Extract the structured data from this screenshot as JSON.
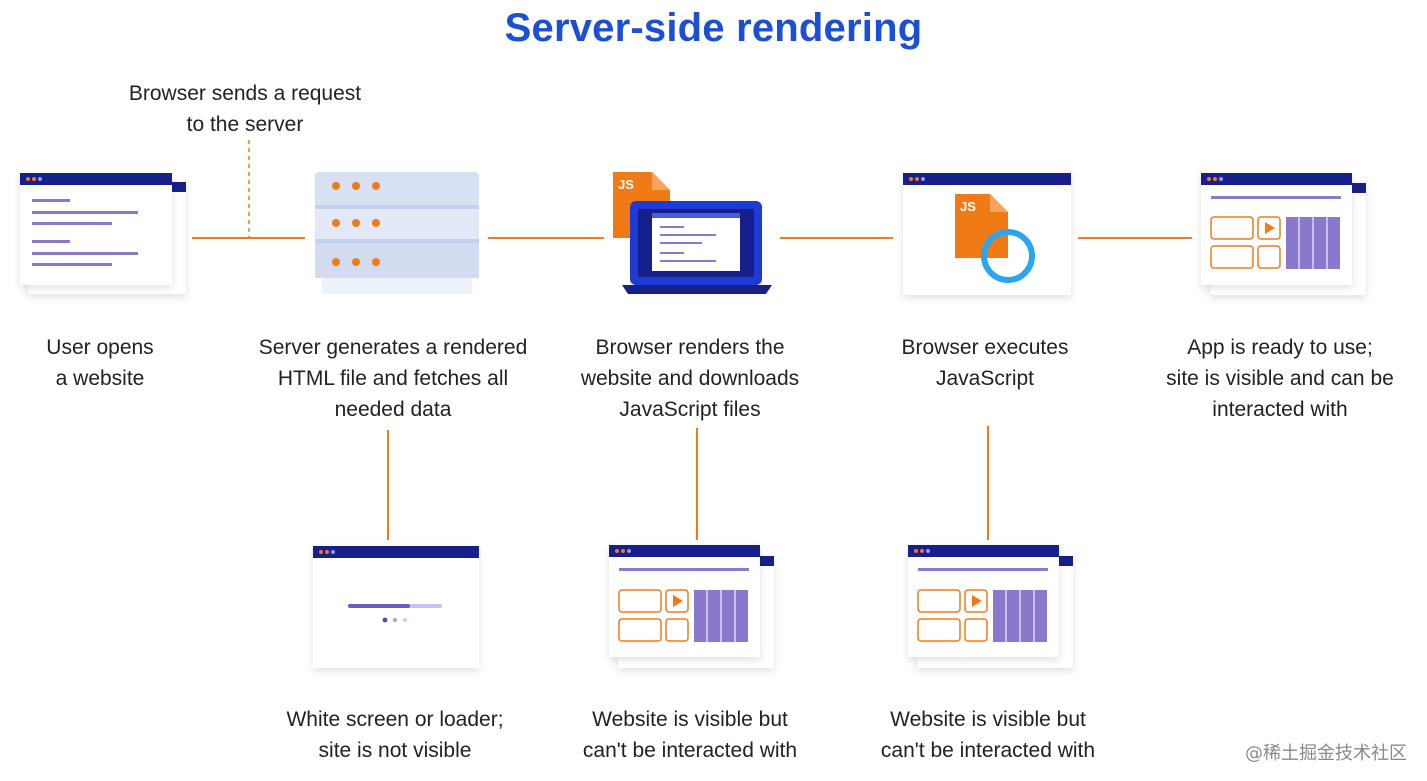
{
  "title": "Server-side rendering",
  "request_note": "Browser sends a request\nto the server",
  "steps": [
    {
      "label": "User opens\na website"
    },
    {
      "label": "Server generates a rendered\nHTML file and fetches all\nneeded data"
    },
    {
      "label": "Browser renders the\nwebsite and downloads\nJavaScript files"
    },
    {
      "label": "Browser executes\nJavaScript"
    },
    {
      "label": "App is ready to use;\nsite is visible and can be\ninteracted with"
    }
  ],
  "states": [
    {
      "label": "White screen or loader;\nsite is not visible"
    },
    {
      "label": "Website is visible but\ncan't be interacted with"
    },
    {
      "label": "Website is visible but\ncan't be interacted with"
    }
  ],
  "js_badge": "JS",
  "watermark": "@稀土掘金技术社区",
  "colors": {
    "title_blue": "#1a4fd6",
    "navy": "#17208a",
    "orange": "#f07b16",
    "purple": "#8b78cc",
    "light_purple": "#c9bff0",
    "server_blue": "#d8e0f4"
  }
}
